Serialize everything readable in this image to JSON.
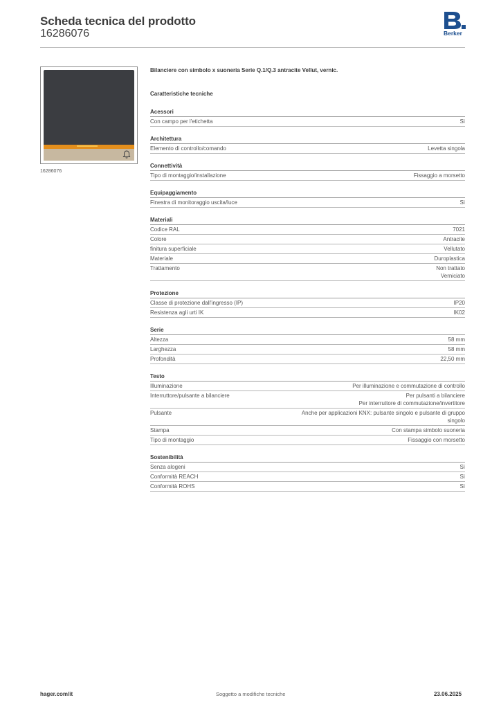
{
  "header": {
    "title": "Scheda tecnica del prodotto",
    "code": "16286076",
    "logo_text": "Berker"
  },
  "product": {
    "image_caption": "16286076",
    "description": "Bilanciere con simbolo x suoneria Serie Q.1/Q.3 antracite Vellut, vernic.",
    "specs_heading": "Caratteristiche tecniche"
  },
  "spec_groups": [
    {
      "title": "Acessori",
      "rows": [
        {
          "label": "Con campo per l'etichetta",
          "value": "Sì"
        }
      ]
    },
    {
      "title": "Architettura",
      "rows": [
        {
          "label": "Elemento di controllo/comando",
          "value": "Levetta singola"
        }
      ]
    },
    {
      "title": "Connettività",
      "rows": [
        {
          "label": "Tipo di montaggio/installazione",
          "value": "Fissaggio a morsetto"
        }
      ]
    },
    {
      "title": "Equipaggiamento",
      "rows": [
        {
          "label": "Finestra di monitoraggio uscita/luce",
          "value": "Sì"
        }
      ]
    },
    {
      "title": "Materiali",
      "rows": [
        {
          "label": "Codice RAL",
          "value": "7021"
        },
        {
          "label": "Colore",
          "value": "Antracite"
        },
        {
          "label": "finitura superficiale",
          "value": "Vellutato"
        },
        {
          "label": "Materiale",
          "value": "Duroplastica"
        },
        {
          "label": "Trattamento",
          "value": "Non trattato\nVerniciato"
        }
      ]
    },
    {
      "title": "Protezione",
      "rows": [
        {
          "label": "Classe di protezione dall'ingresso (IP)",
          "value": "IP20"
        },
        {
          "label": "Resistenza agli urti IK",
          "value": "IK02"
        }
      ]
    },
    {
      "title": "Serie",
      "rows": [
        {
          "label": "Altezza",
          "value": "58 mm"
        },
        {
          "label": "Larghezza",
          "value": "58 mm"
        },
        {
          "label": "Profondità",
          "value": "22,50 mm"
        }
      ]
    },
    {
      "title": "Testo",
      "rows": [
        {
          "label": "Illuminazione",
          "value": "Per illuminazione e commutazione di controllo"
        },
        {
          "label": "Interruttore/pulsante a bilanciere",
          "value": "Per pulsanti a bilanciere\nPer interruttore di commutazione/invertitore"
        },
        {
          "label": "Pulsante",
          "value": "Anche per applicazioni KNX: pulsante singolo e pulsante di gruppo\nsingolo"
        },
        {
          "label": "Stampa",
          "value": "Con stampa simbolo suoneria"
        },
        {
          "label": "Tipo di montaggio",
          "value": "Fissaggio con morsetto"
        }
      ]
    },
    {
      "title": "Sostenibilità",
      "rows": [
        {
          "label": "Senza alogeni",
          "value": "Sì"
        },
        {
          "label": "Conformità REACH",
          "value": "Sì"
        },
        {
          "label": "Conformità ROHS",
          "value": "Sì"
        }
      ]
    }
  ],
  "footer": {
    "website": "hager.com/it",
    "notice": "Soggetto a modifiche tecniche",
    "date": "23.06.2025"
  },
  "colors": {
    "brand_blue": "#1d4f8f",
    "rocker_anthracite": "#3b3d41",
    "stripe_orange": "#e48f1c",
    "label_field_beige": "#c7b8a0"
  }
}
